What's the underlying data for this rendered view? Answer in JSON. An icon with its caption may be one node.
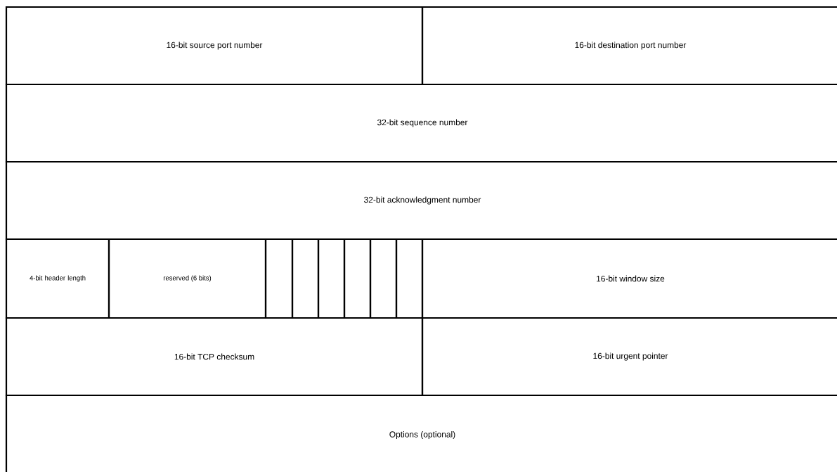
{
  "diagram": {
    "nodes": [
      {
        "text": [
          "16-bit source port number"
        ]
      },
      {
        "text": [
          "16-bit destination port number"
        ]
      },
      {
        "text": [
          "32-bit sequence number"
        ]
      },
      {
        "text": [
          "32-bit acknowledgment number"
        ]
      },
      {
        "text": [
          "4-bit header length"
        ]
      },
      {
        "text": [
          "reserved (6 bits)"
        ]
      },
      {
        "text": [],
        "shape": "box"
      },
      {
        "text": [],
        "shape": "box"
      },
      {
        "text": [],
        "shape": "box"
      },
      {
        "text": [],
        "shape": "box"
      },
      {
        "text": [],
        "shape": "box"
      },
      {
        "text": [],
        "shape": "box"
      },
      {
        "text": [
          "16-bit window size"
        ]
      },
      {
        "text": [
          "16-bit TCP checksum"
        ]
      },
      {
        "text": [
          "16-bit urgent pointer"
        ]
      },
      {
        "text": [
          "Options (optional)"
        ]
      }
    ]
  }
}
